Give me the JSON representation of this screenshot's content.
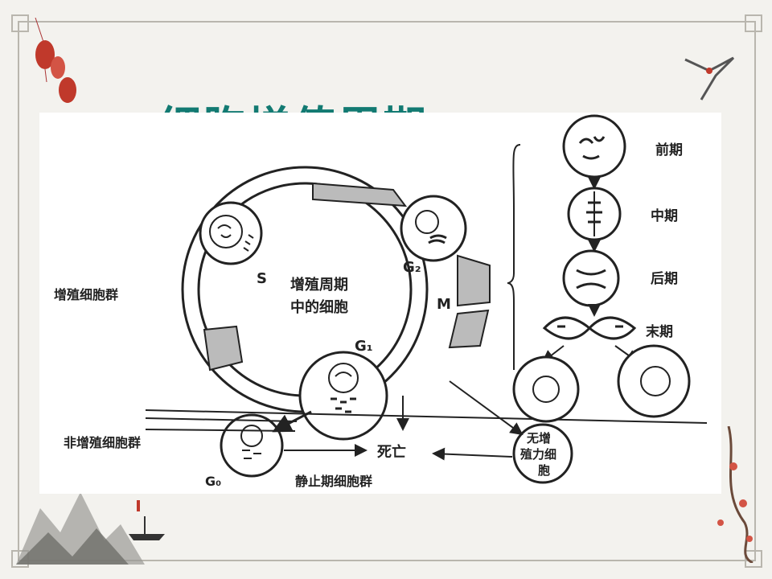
{
  "slide": {
    "title": "细胞增值周期"
  },
  "diagram": {
    "center_label_lines": [
      "增殖周期",
      "中的细胞"
    ],
    "left_group_label": "增殖细胞群",
    "nonprolif_label": "非增殖细胞群",
    "phases": {
      "s": "S",
      "g2": "G₂",
      "m": "M",
      "g1": "G₁",
      "g0": "G₀"
    },
    "death_label": "死亡",
    "quiescent_label": "静止期细胞群",
    "no_prolif_cell_lines": [
      "无增",
      "殖力细",
      "胞"
    ],
    "mitosis_stages": [
      "前期",
      "中期",
      "后期",
      "末期"
    ]
  },
  "colors": {
    "title": "#127a72",
    "ink": "#222222",
    "background": "#f3f2ee",
    "accent_red": "#c0392b"
  }
}
